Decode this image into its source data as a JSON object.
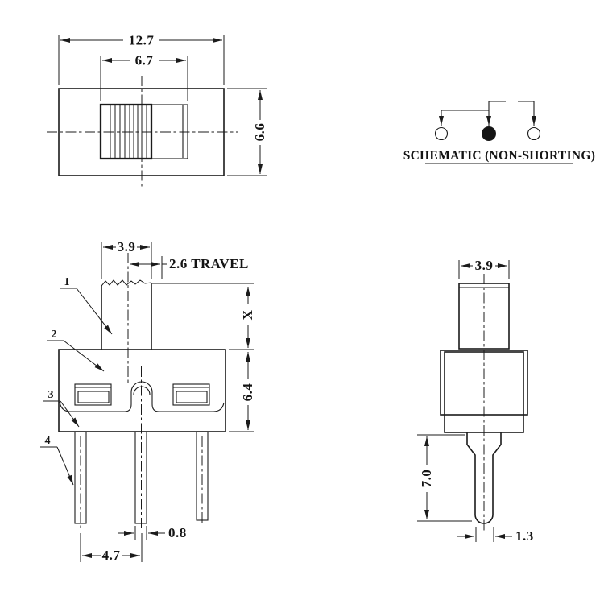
{
  "title": "Slide switch mechanical drawing",
  "colors": {
    "background": "#ffffff",
    "line": "#1b1b1b"
  },
  "top_view": {
    "dim_overall_length": "12.7",
    "dim_slider_length": "6.7",
    "dim_height": "6.6"
  },
  "front_view": {
    "dim_knob_width": "3.9",
    "dim_travel": "2.6 TRAVEL",
    "dim_actuator_height": "X",
    "dim_body_height": "6.4",
    "dim_pin_width": "0.8",
    "dim_pin_spacing": "4.7",
    "callout_1": "1",
    "callout_2": "2",
    "callout_3": "3",
    "callout_4": "4"
  },
  "side_view": {
    "dim_knob_depth": "3.9",
    "dim_pin_length": "7.0",
    "dim_pin_width": "1.3"
  },
  "schematic": {
    "label": "SCHEMATIC (NON-SHORTING)"
  }
}
